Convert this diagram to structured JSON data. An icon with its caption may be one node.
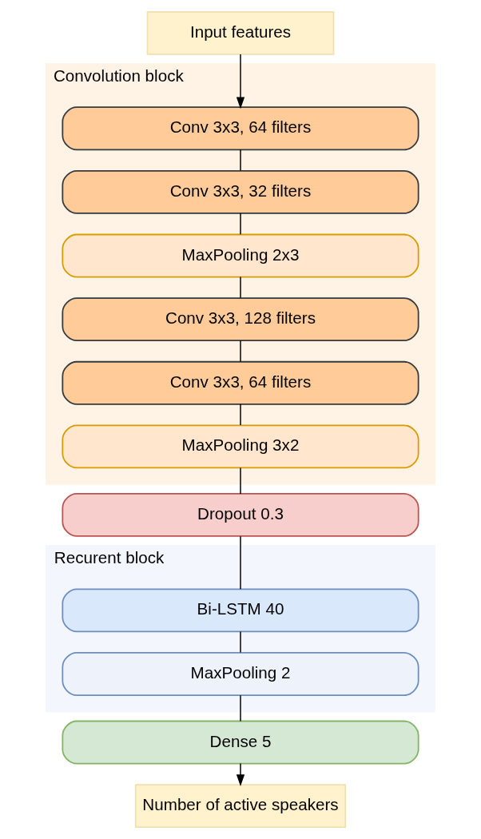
{
  "diagram": {
    "nodes": [
      {
        "text": [
          "Input features"
        ]
      },
      {
        "text": [
          "Convolution block"
        ]
      },
      {
        "text": [
          "Conv 3x3, 64 filters"
        ],
        "in": 1
      },
      {
        "text": [
          "Conv 3x3, 32 filters"
        ],
        "in": 1
      },
      {
        "text": [
          "MaxPooling 2x3"
        ],
        "in": 1
      },
      {
        "text": [
          "Conv 3x3, 128 filters"
        ],
        "in": 1
      },
      {
        "text": [
          "Conv 3x3, 64 filters"
        ],
        "in": 1
      },
      {
        "text": [
          "MaxPooling 3x2"
        ],
        "in": 1
      },
      {
        "text": [
          "Dropout 0.3"
        ]
      },
      {
        "text": [
          "Recurent block"
        ]
      },
      {
        "text": [
          "Bi-LSTM 40"
        ],
        "in": 9
      },
      {
        "text": [
          "MaxPooling 2"
        ],
        "in": 9
      },
      {
        "text": [
          "Dense 5"
        ]
      },
      {
        "text": [
          "Number of active speakers"
        ]
      }
    ],
    "edges": [
      {
        "from": 0,
        "to": 2,
        "arrow": "to"
      },
      {
        "from": 2,
        "to": 3,
        "arrow": "none"
      },
      {
        "from": 3,
        "to": 4,
        "arrow": "none"
      },
      {
        "from": 4,
        "to": 5,
        "arrow": "none"
      },
      {
        "from": 5,
        "to": 6,
        "arrow": "none"
      },
      {
        "from": 6,
        "to": 7,
        "arrow": "none"
      },
      {
        "from": 7,
        "to": 8,
        "arrow": "none"
      },
      {
        "from": 8,
        "to": 10,
        "arrow": "none"
      },
      {
        "from": 10,
        "to": 11,
        "arrow": "none"
      },
      {
        "from": 11,
        "to": 12,
        "arrow": "none"
      },
      {
        "from": 12,
        "to": 13,
        "arrow": "to"
      }
    ]
  }
}
